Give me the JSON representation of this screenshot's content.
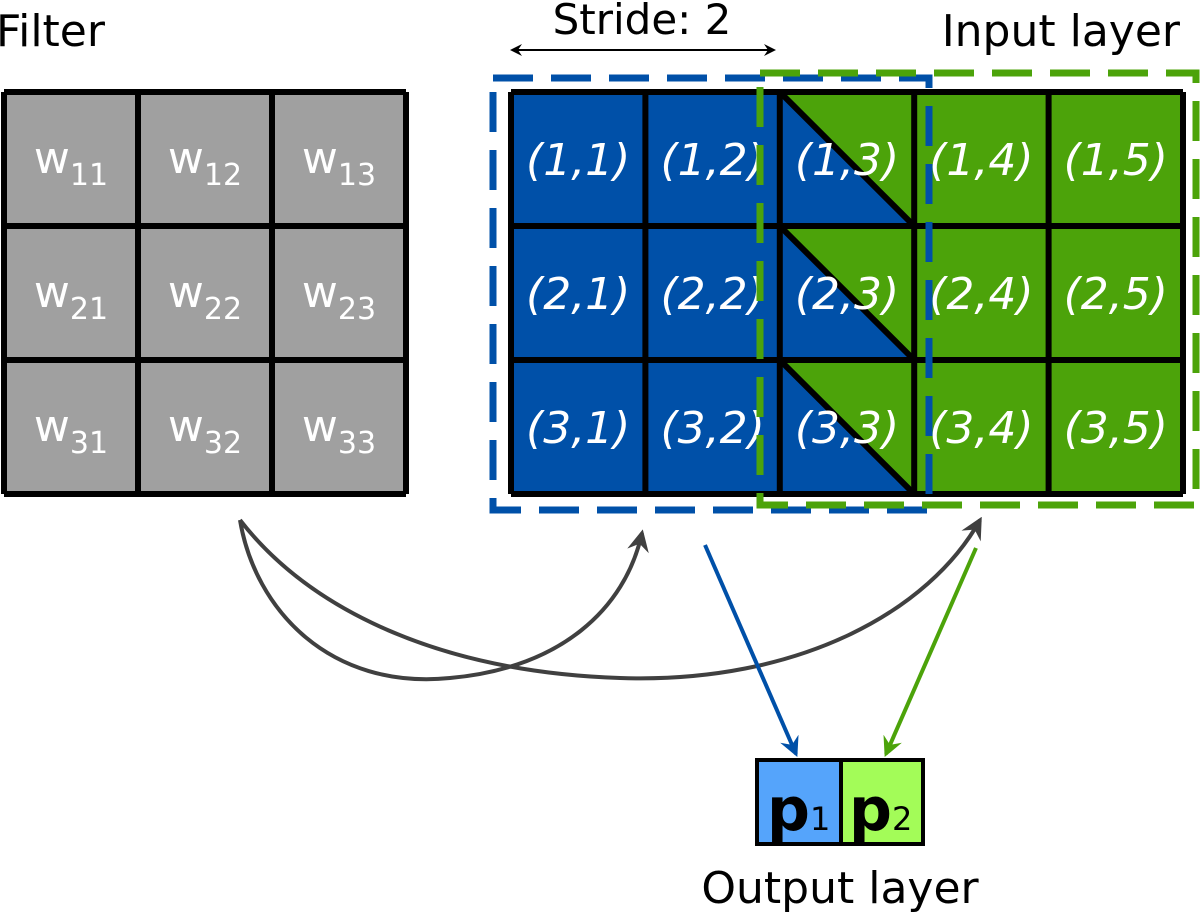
{
  "labels": {
    "filter": "Filter",
    "input_layer": "Input layer",
    "output_layer": "Output layer",
    "stride": "Stride: 2"
  },
  "filter": {
    "weight_symbol": "w",
    "subscripts": [
      [
        "11",
        "12",
        "13"
      ],
      [
        "21",
        "22",
        "23"
      ],
      [
        "31",
        "32",
        "33"
      ]
    ]
  },
  "input": {
    "cells": [
      [
        "(1,1)",
        "(1,2)",
        "(1,3)",
        "(1,4)",
        "(1,5)"
      ],
      [
        "(2,1)",
        "(2,2)",
        "(2,3)",
        "(2,4)",
        "(2,5)"
      ],
      [
        "(3,1)",
        "(3,2)",
        "(3,3)",
        "(3,4)",
        "(3,5)"
      ]
    ]
  },
  "output": {
    "cells": [
      {
        "symbol": "p",
        "subscript": "1"
      },
      {
        "symbol": "p",
        "subscript": "2"
      }
    ]
  },
  "colors": {
    "filter_cell": "#a0a0a0",
    "window1": "#0050a8",
    "window2": "#4ca30a",
    "output1": "#55a4fb",
    "output2": "#a3fc58",
    "arrow": "#404040",
    "grid_line": "#000000"
  }
}
